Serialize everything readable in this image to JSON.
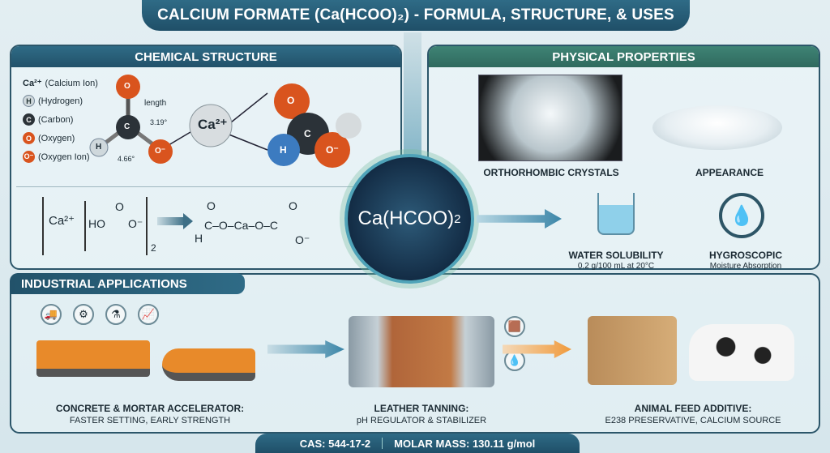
{
  "title": "CALCIUM FORMATE (Ca(HCOO)₂) - FORMULA, STRUCTURE, & USES",
  "chemical_structure": {
    "header": "CHEMICAL STRUCTURE",
    "legend": [
      {
        "symbol": "Ca²⁺",
        "label": "(Calcium Ion)"
      },
      {
        "symbol": "H",
        "label": "(Hydrogen)"
      },
      {
        "symbol": "C",
        "label": "(Carbon)"
      },
      {
        "symbol": "O",
        "label": "(Oxygen)"
      },
      {
        "symbol": "O⁻",
        "label": "(Oxygen Ion)"
      }
    ],
    "annotations": {
      "length": "length",
      "angle1": "3.19°",
      "angle2": "4.66°"
    },
    "ca_ion": "Ca²⁺",
    "model_atoms": {
      "o1": "O",
      "c": "C",
      "h": "H",
      "o2": "O⁻"
    },
    "formula_left": {
      "ca": "Ca²⁺",
      "ho": "HO",
      "o": "O⁻",
      "double_o": "O",
      "sub": "2"
    },
    "formula_right": {
      "chain": "C–O–Ca–O–C",
      "h": "H",
      "o_top1": "O",
      "o_top2": "O",
      "o_bottom": "O⁻"
    }
  },
  "center": {
    "formula": "Ca(HCOO)",
    "sub": "2"
  },
  "physical_properties": {
    "header": "PHYSICAL PROPERTIES",
    "items": [
      {
        "title": "ORTHORHOMBIC CRYSTALS"
      },
      {
        "title": "APPEARANCE"
      },
      {
        "title": "WATER SOLUBILITY",
        "detail": "0.2 g/100 mL at 20°C"
      },
      {
        "title": "HYGROSCOPIC",
        "detail": "Moisture Absorption"
      }
    ]
  },
  "industrial": {
    "header": "INDUSTRIAL APPLICATIONS",
    "apps": [
      {
        "title": "CONCRETE & MORTAR ACCELERATOR:",
        "detail": "FASTER SETTING, EARLY STRENGTH"
      },
      {
        "title": "LEATHER TANNING:",
        "detail": "pH REGULATOR & STABILIZER"
      },
      {
        "title": "ANIMAL FEED ADDITIVE:",
        "detail": "E238 PRESERVATIVE, CALCIUM SOURCE"
      }
    ]
  },
  "footer": {
    "cas": "CAS: 544-17-2",
    "molar_mass": "MOLAR MASS: 130.11 g/mol"
  }
}
